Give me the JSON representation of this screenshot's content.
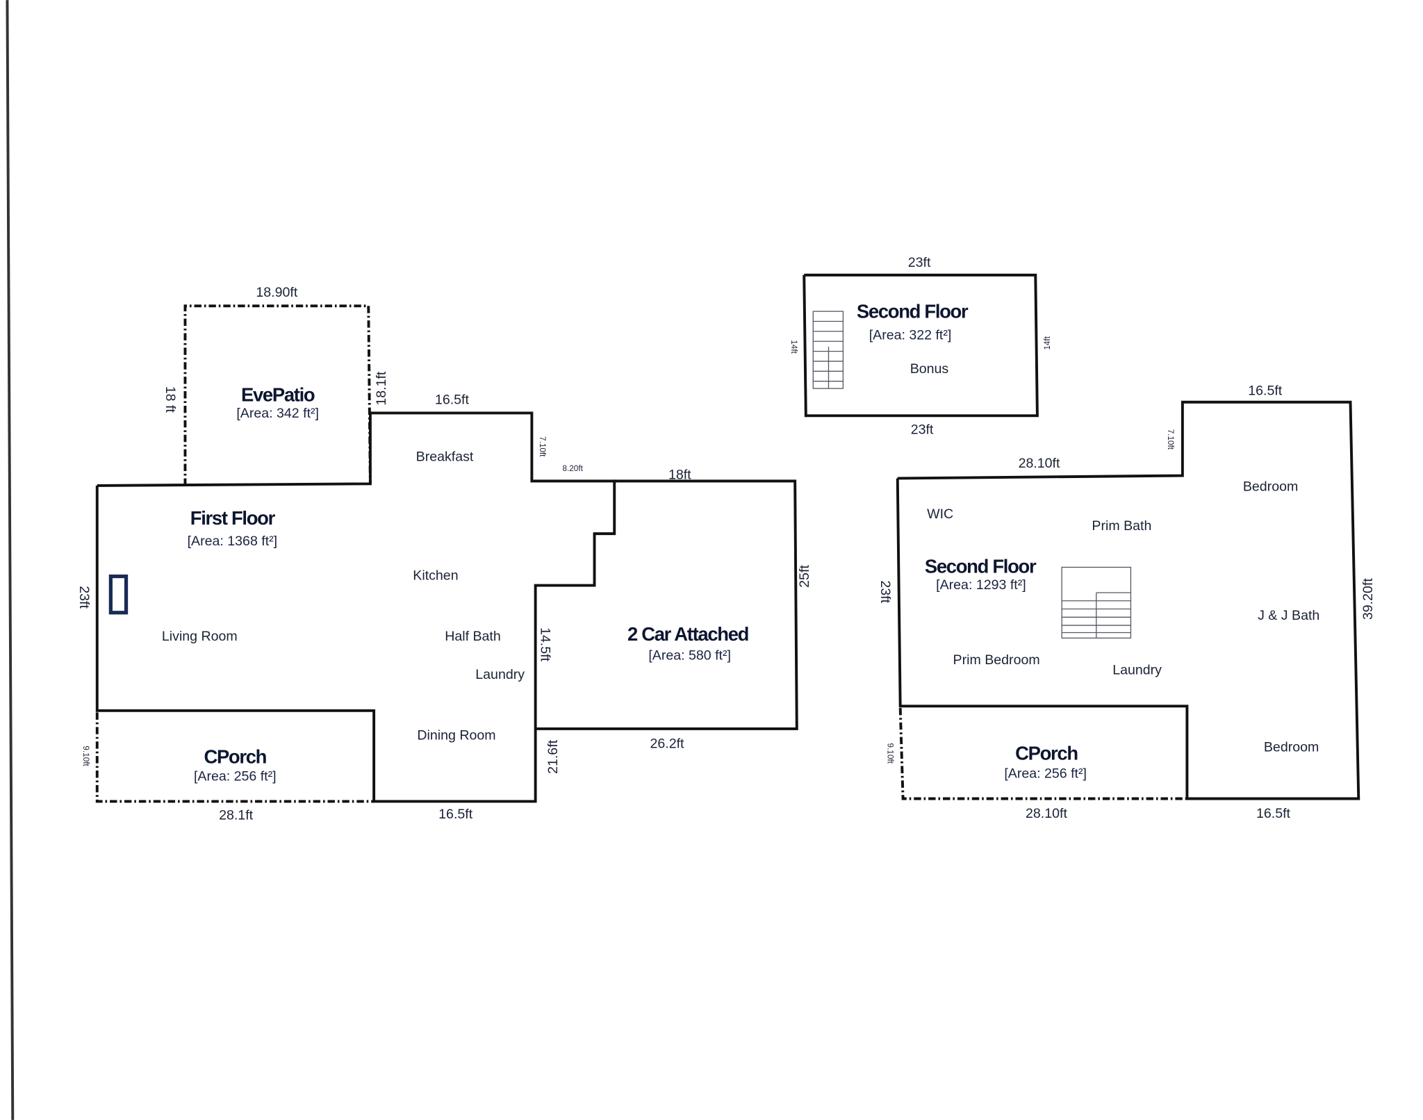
{
  "first_floor": {
    "title": "First Floor",
    "area": "[Area: 1368 ft²]",
    "rooms": [
      "Breakfast",
      "Kitchen",
      "Living Room",
      "Half Bath",
      "Laundry",
      "Dining Room"
    ],
    "dims": {
      "left": "23ft",
      "top_kitchen": "16.5ft",
      "bottom_porch": "28.1ft",
      "bottom_dining": "16.5ft",
      "step1": "7.10ft",
      "step2": "8.20ft",
      "laundry_wall": "14.5ft",
      "dining_right": "21.6ft"
    }
  },
  "eve_patio": {
    "title": "EvePatio",
    "area": "[Area: 342 ft²]",
    "top": "18.90ft",
    "left": "18 ft",
    "right": "18.1ft"
  },
  "front_porch_1": {
    "title": "CPorch",
    "area": "[Area: 256 ft²]",
    "left": "9.10ft"
  },
  "garage": {
    "title": "2 Car Attached",
    "area": "[Area: 580 ft²]",
    "top": "18ft",
    "right": "25ft",
    "bottom": "26.2ft"
  },
  "bonus": {
    "title": "Second Floor",
    "area": "[Area: 322 ft²]",
    "room": "Bonus",
    "top": "23ft",
    "bottom": "23ft",
    "left": "14ft",
    "right": "14ft"
  },
  "second_floor": {
    "title": "Second Floor",
    "area": "[Area: 1293 ft²]",
    "rooms": [
      "WIC",
      "Prim Bath",
      "Bedroom",
      "J & J Bath",
      "Prim Bedroom",
      "Laundry",
      "Bedroom"
    ],
    "dims": {
      "top_left": "28.10ft",
      "top_right": "16.5ft",
      "step": "7.10ft",
      "left": "23ft",
      "right": "39.20ft",
      "bottom_right": "16.5ft"
    }
  },
  "front_porch_2": {
    "title": "CPorch",
    "area": "[Area: 256 ft²]",
    "left": "9.10ft",
    "bottom": "28.10ft"
  }
}
